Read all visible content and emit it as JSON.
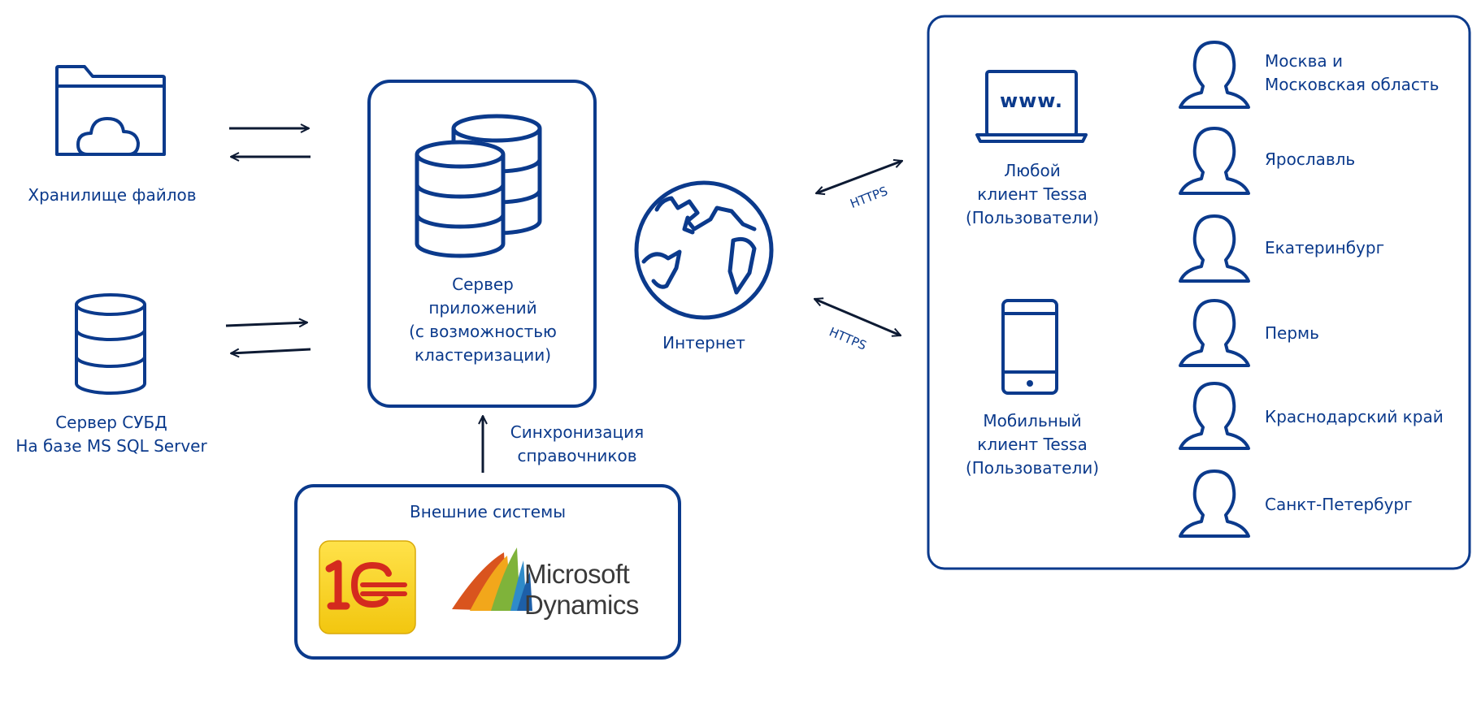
{
  "nodes": {
    "storage": "Хранилище файлов",
    "dbms": "Сервер СУБД\nНа базе MS SQL Server",
    "app_server": "Сервер\nприложений\n(с возможностью\nкластеризации)",
    "internet": "Интернет",
    "sync": "Синхронизация\nсправочников",
    "external": "Внешние системы",
    "onec_logo": "1С",
    "ms_dynamics": "Microsoft\nDynamics",
    "web_client": "Любой\nклиент Tessa\n(Пользователи)",
    "mobile_client": "Мобильный\nклиент Tessa\n(Пользователи)",
    "www": "www."
  },
  "protocol": "HTTPS",
  "users": [
    "Москва и\nМосковская область",
    "Ярославль",
    "Екатеринбург",
    "Пермь",
    "Краснодарский край",
    "Санкт-Петербург"
  ],
  "colors": {
    "primary": "#0b3a8c",
    "arrow": "#0d1a33",
    "onec_yellow": "#f7d31c",
    "onec_red": "#d42a1e"
  }
}
